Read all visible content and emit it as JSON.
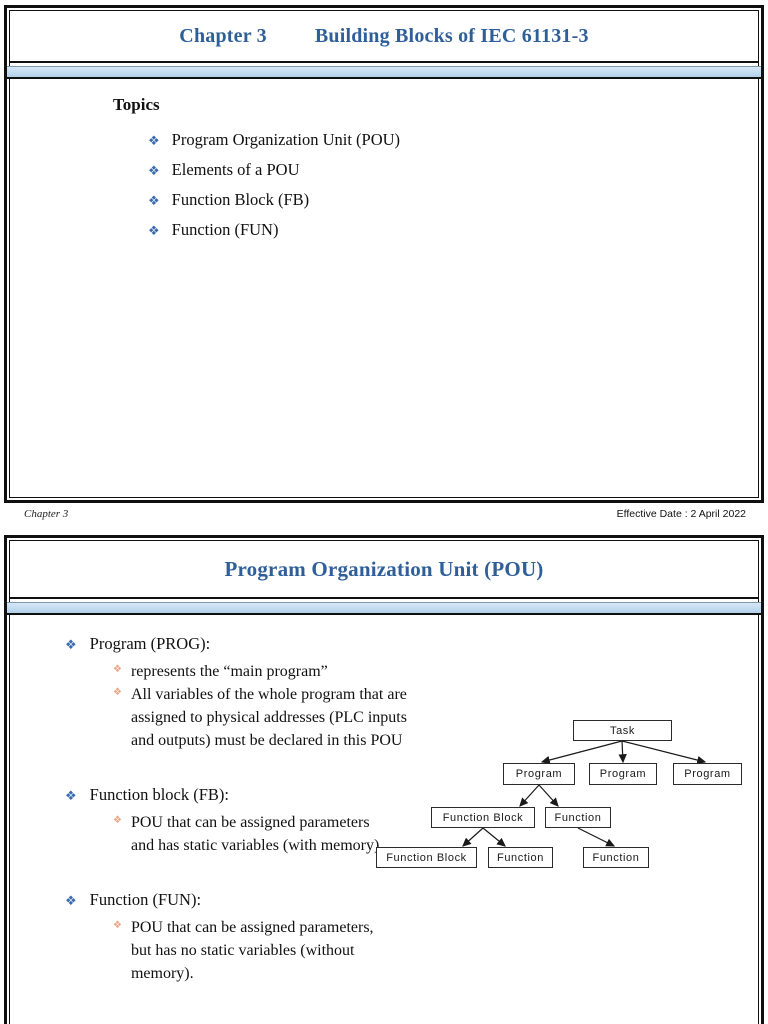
{
  "colors": {
    "title_blue": "#2e5f99",
    "bar_blue": "#b3d1ea",
    "bullet_blue": "#3b6bae",
    "sub_bullet_salmon": "#f0a080",
    "border_black": "#101010"
  },
  "icons": {
    "bullet": "❖",
    "sub_bullet": "❖"
  },
  "slide1": {
    "title_chapter": "Chapter 3",
    "title_text": "Building Blocks of IEC 61131-3",
    "topics_heading": "Topics",
    "topics": [
      "Program Organization Unit (POU)",
      "Elements of a POU",
      "Function Block (FB)",
      "Function (FUN)"
    ]
  },
  "footer": {
    "left": "Chapter 3",
    "right": "Effective Date : 2 April 2022"
  },
  "slide2": {
    "title": "Program Organization Unit (POU)",
    "groups": [
      {
        "heading": "Program (PROG):",
        "subs": [
          "represents the “main program”",
          "All variables of the whole program that are assigned to physical addresses (PLC inputs and outputs) must be declared in this POU"
        ]
      },
      {
        "heading": "Function block (FB):",
        "subs": [
          "POU that can be assigned parameters and has static variables (with memory)."
        ]
      },
      {
        "heading": "Function (FUN):",
        "subs": [
          "POU that can be assigned parameters, but has no static variables (without memory)."
        ]
      }
    ],
    "diagram": {
      "nodes": [
        "Task",
        "Program",
        "Program",
        "Program",
        "Function Block",
        "Function",
        "Function Block",
        "Function",
        "Function"
      ]
    }
  }
}
